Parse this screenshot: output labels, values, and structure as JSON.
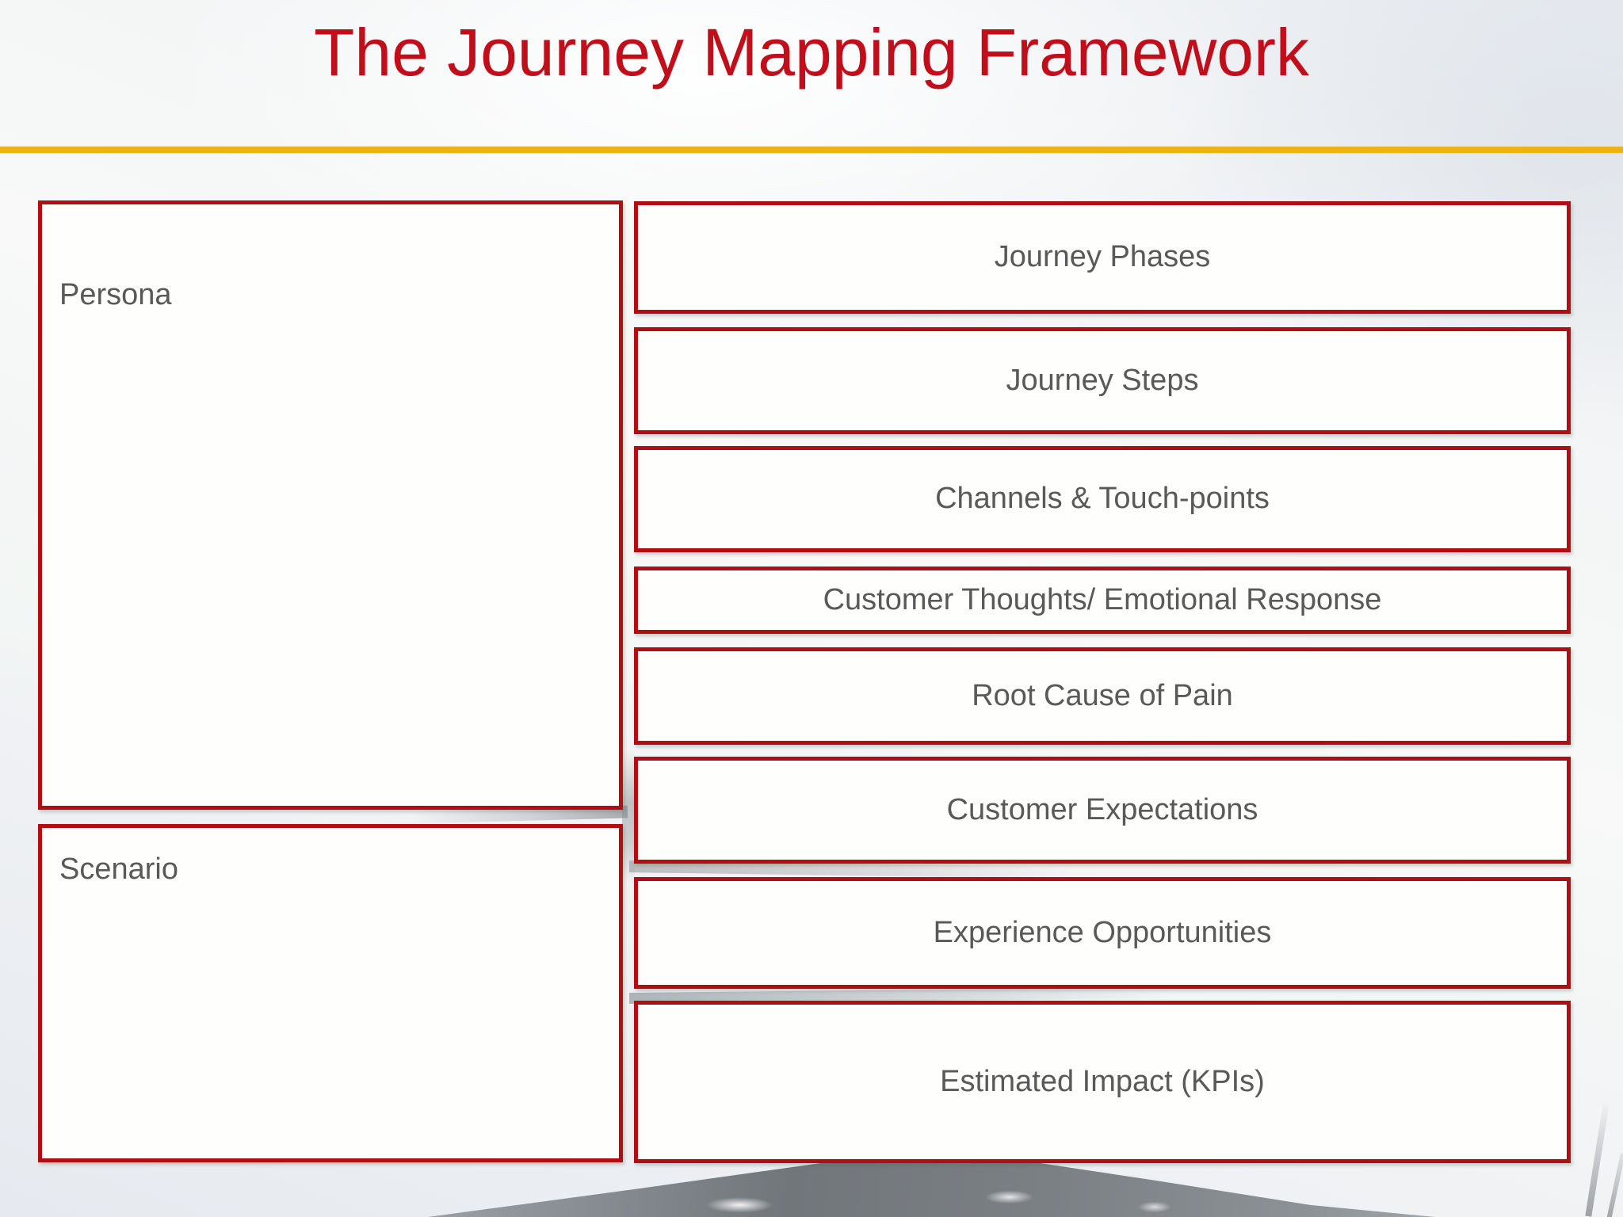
{
  "slide": {
    "title": "The Journey Mapping Framework"
  },
  "left_panels": [
    {
      "label": "Persona"
    },
    {
      "label": "Scenario"
    }
  ],
  "right_rows": [
    {
      "label": "Journey Phases"
    },
    {
      "label": "Journey Steps"
    },
    {
      "label": "Channels & Touch-points"
    },
    {
      "label": "Customer Thoughts/ Emotional Response"
    },
    {
      "label": "Root Cause of Pain"
    },
    {
      "label": "Customer Expectations"
    },
    {
      "label": "Experience Opportunities"
    },
    {
      "label": "Estimated Impact (KPIs)"
    }
  ],
  "colors": {
    "title_red": "#C00E1B",
    "border_red": "#B00E10",
    "accent_gold": "#EEB311",
    "label_gray": "#595959"
  }
}
